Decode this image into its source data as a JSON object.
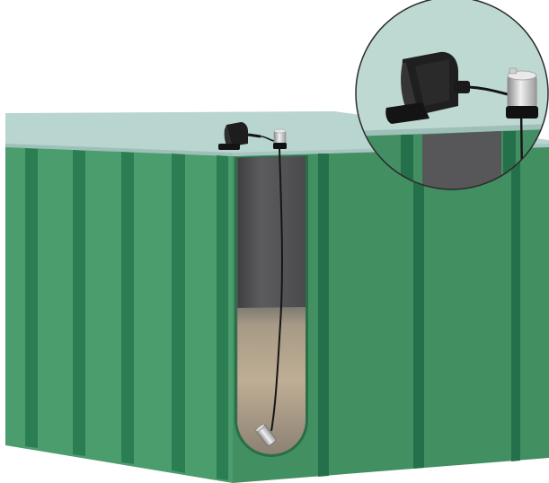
{
  "colors": {
    "background": "#ffffff",
    "tank_top": "#b7d3cf",
    "tank_top_edge": "#a4c4bf",
    "front_face": "#4a9a6c",
    "front_ribs": "#2a7d50",
    "side_face": "#3e8a5e",
    "side_ribs": "#236f46",
    "cutaway_air": "#5a5a5c",
    "cutaway_liquid": "#b8a68e",
    "cable": "#141414",
    "monitor_unit": "#1f1f1f",
    "sensor_body": "#c8c8c8",
    "zoom_border": "#2b2b2b",
    "zoom_fill": "#c9dcd6"
  },
  "icons": {
    "monitor": "wireless-tank-monitor-icon",
    "sensor": "pressure-sensor-icon",
    "probe": "submerged-probe-icon"
  },
  "scene": {
    "subject": "oil-tank",
    "cutaway_reveals": "liquid-level",
    "inset": "zoom-detail-of-monitor-and-sensor"
  }
}
